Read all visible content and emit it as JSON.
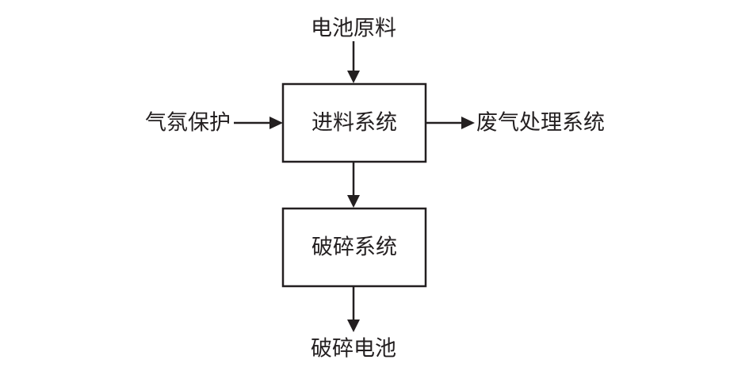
{
  "colors": {
    "ink": "#231f20",
    "background": "#ffffff"
  },
  "inputs": {
    "battery_material": "电池原料",
    "atmosphere_protection": "气氛保护"
  },
  "nodes": {
    "feeding_system": "进料系统",
    "crushing_system": "破碎系统"
  },
  "outputs": {
    "exhaust_treatment_system": "废气处理系统",
    "crushed_battery": "破碎电池"
  }
}
